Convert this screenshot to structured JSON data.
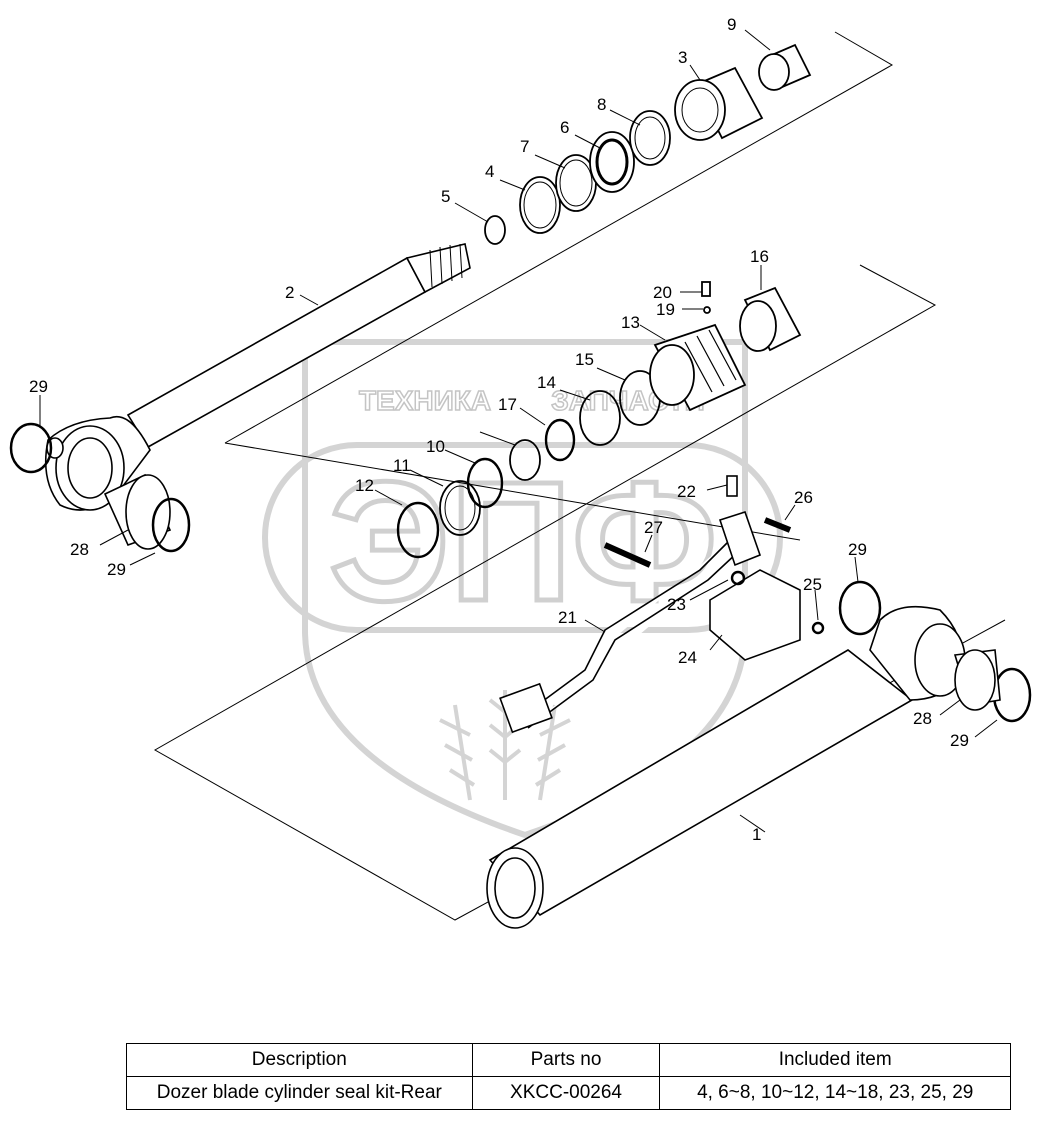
{
  "watermark": {
    "company": "ТЕХНИКА",
    "company2": "ЗАПЧАСТИ",
    "logo": "ЭПФ"
  },
  "callouts": {
    "c1": "1",
    "c2": "2",
    "c3": "3",
    "c4": "4",
    "c5": "5",
    "c6": "6",
    "c7": "7",
    "c8": "8",
    "c9": "9",
    "c10": "10",
    "c11": "11",
    "c12": "12",
    "c13": "13",
    "c14": "14",
    "c15": "15",
    "c16": "16",
    "c17": "17",
    "c19": "19",
    "c20": "20",
    "c21": "21",
    "c22": "22",
    "c23": "23",
    "c24": "24",
    "c25": "25",
    "c26": "26",
    "c27": "27",
    "c28": "28",
    "c29": "29"
  },
  "table": {
    "headers": [
      "Description",
      "Parts no",
      "Included item"
    ],
    "rows": [
      [
        "Dozer blade cylinder seal kit-Rear",
        "XKCC-00264",
        "4, 6~8, 10~12, 14~18, 23, 25, 29"
      ]
    ]
  }
}
